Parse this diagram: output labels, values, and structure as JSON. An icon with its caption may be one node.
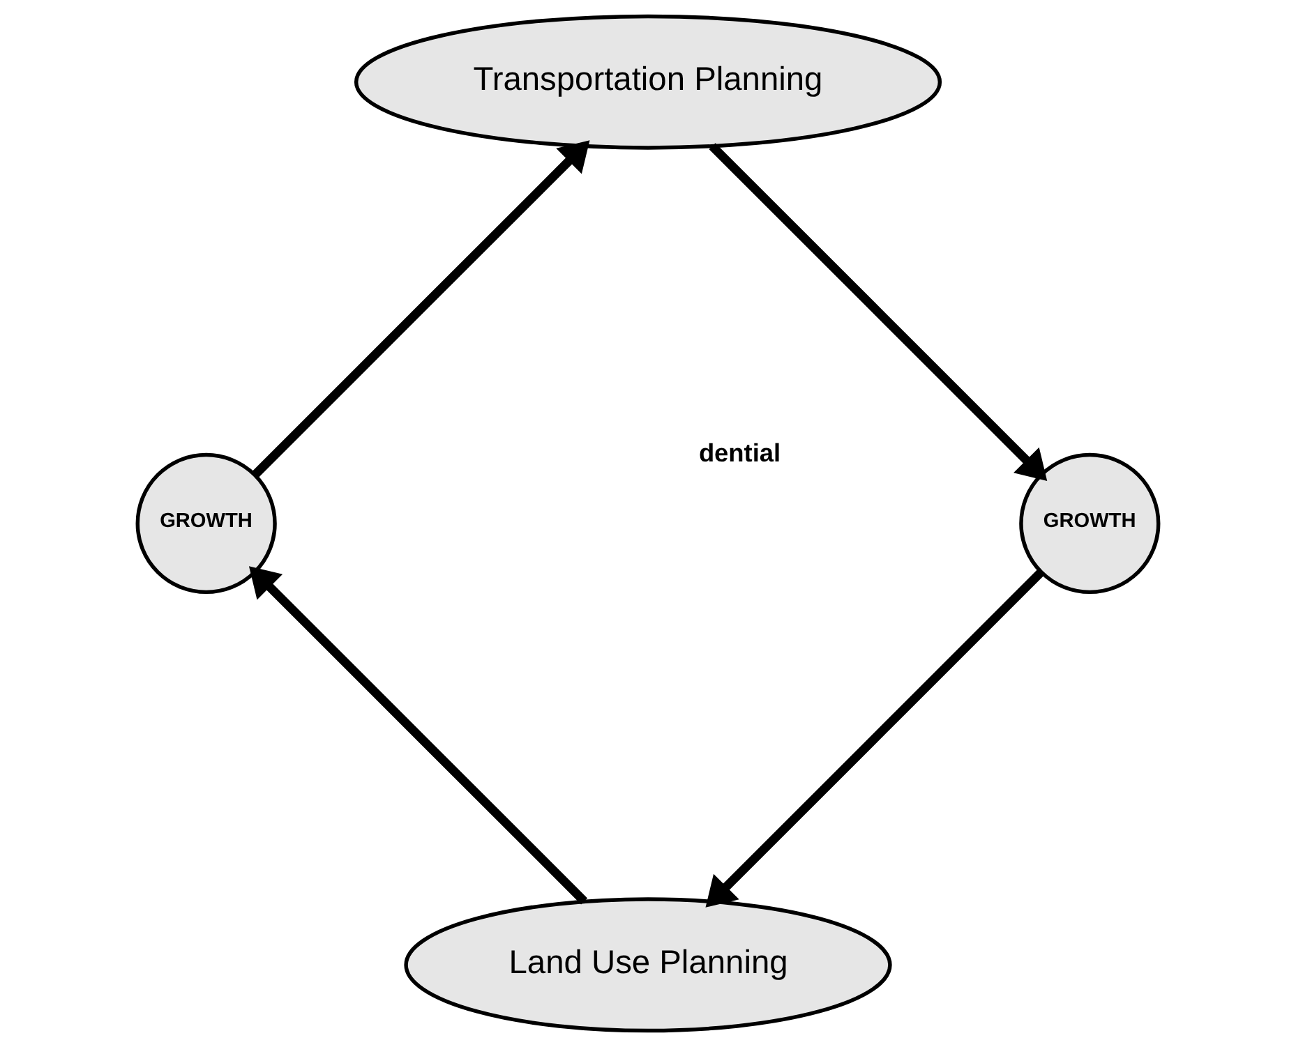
{
  "diagram": {
    "nodes": [
      {
        "text": [
          "Land Use Planning"
        ]
      },
      {
        "text": [
          "GROWTH"
        ]
      },
      {
        "text": [
          "Transportation Planning"
        ]
      },
      {
        "text": [
          "GROWTH"
        ]
      }
    ],
    "edges": [
      {
        "from": 1,
        "to": 0,
        "arrow": "to"
      },
      {
        "from": 0,
        "to": 3,
        "arrow": "to"
      },
      {
        "from": 3,
        "to": 2,
        "arrow": "to"
      },
      {
        "from": 2,
        "to": 1,
        "arrow": "to"
      }
    ],
    "labels": [
      "dential"
    ]
  }
}
